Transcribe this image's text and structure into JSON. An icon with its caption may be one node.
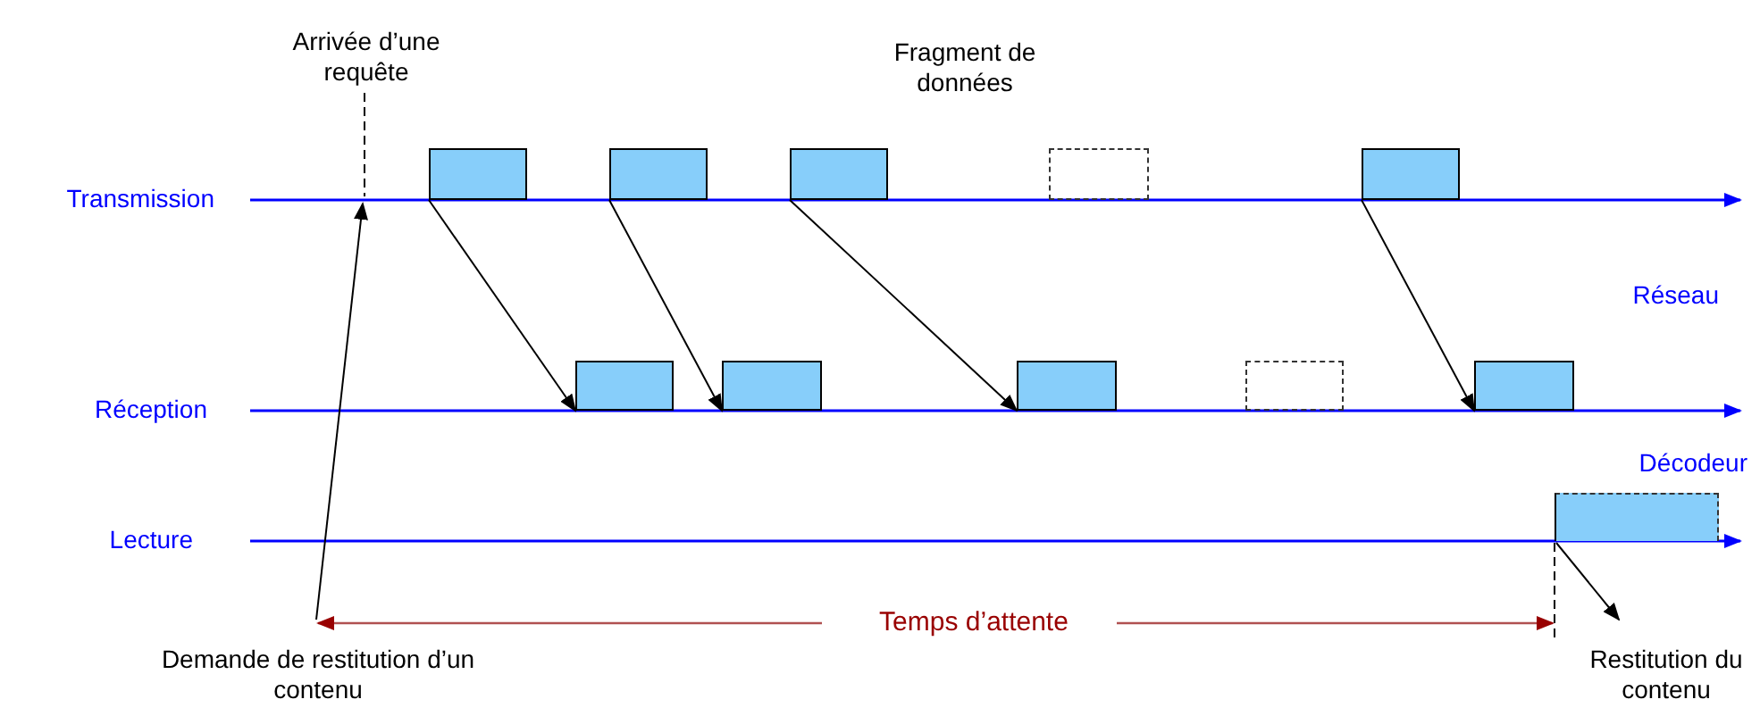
{
  "diagram": {
    "nodes": [
      {
        "text": [
          "Arrivée d’une requête"
        ]
      },
      {
        "text": [],
        "shape": "box"
      },
      {
        "text": [],
        "shape": "box"
      },
      {
        "text": [],
        "shape": "box"
      },
      {
        "text": [],
        "shape": "box"
      },
      {
        "text": [],
        "shape": "box"
      },
      {
        "text": [],
        "shape": "box"
      },
      {
        "text": [],
        "shape": "box"
      },
      {
        "text": [],
        "shape": "box"
      },
      {
        "text": [],
        "shape": "box"
      },
      {
        "text": [],
        "shape": "box"
      },
      {
        "text": [],
        "shape": "box"
      },
      {
        "text": [
          "Demande de restitution d’un contenu"
        ]
      },
      {
        "text": [
          "Restitution du contenu"
        ]
      }
    ],
    "edges": [
      {
        "from": 12,
        "to": null,
        "arrow": "to"
      },
      {
        "from": 0,
        "to": null,
        "arrow": "none",
        "style": "dashed"
      },
      {
        "from": 1,
        "to": 6,
        "arrow": "to"
      },
      {
        "from": 2,
        "to": 7,
        "arrow": "to"
      },
      {
        "from": 3,
        "to": 8,
        "arrow": "to"
      },
      {
        "from": 5,
        "to": 10,
        "arrow": "to"
      },
      {
        "from": 11,
        "to": 13,
        "arrow": "to"
      }
    ],
    "labels": [
      "Fragment de données",
      "Transmission",
      "Réseau",
      "Réception",
      "Décodeur",
      "Lecture",
      "Temps d’attente"
    ]
  }
}
